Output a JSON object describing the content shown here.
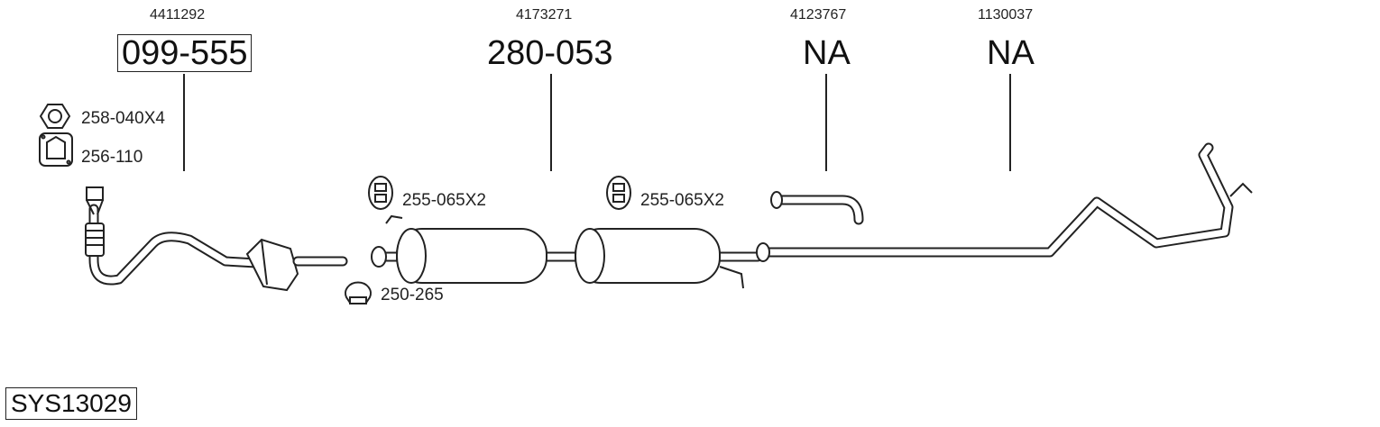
{
  "oe_numbers": [
    "4411292",
    "4173271",
    "4123767",
    "1130037"
  ],
  "part_numbers": [
    "099-555",
    "280-053",
    "NA",
    "NA"
  ],
  "accessories": {
    "nut": "258-040X4",
    "gasket": "256-110",
    "hanger1": "255-065X2",
    "hanger2": "255-065X2",
    "clamp": "250-265"
  },
  "system_id": "SYS13029"
}
